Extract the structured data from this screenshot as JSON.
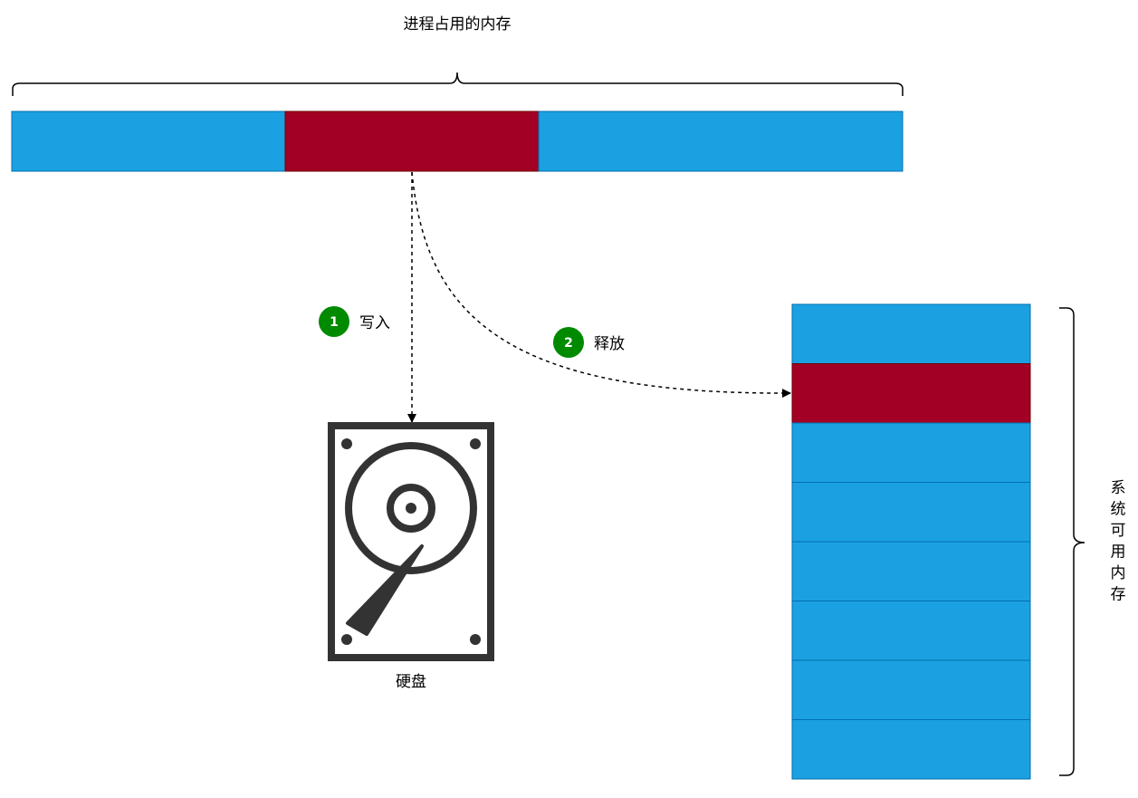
{
  "process_memory": {
    "title": "进程占用的内存",
    "segments": [
      "free",
      "used",
      "free"
    ]
  },
  "system_memory": {
    "title": "系统可用内存",
    "title_chars": [
      "系",
      "统",
      "可",
      "用",
      "内",
      "存"
    ],
    "block_count": 8,
    "highlight_index": 1
  },
  "steps": [
    {
      "number": "1",
      "label": "写入"
    },
    {
      "number": "2",
      "label": "释放"
    }
  ],
  "disk": {
    "label": "硬盘",
    "icon": "hard-disk-icon"
  },
  "colors": {
    "blue": "#1ba1e2",
    "red": "#a20025",
    "green": "#008a00",
    "border": "#006eaf",
    "stroke": "#000000"
  }
}
